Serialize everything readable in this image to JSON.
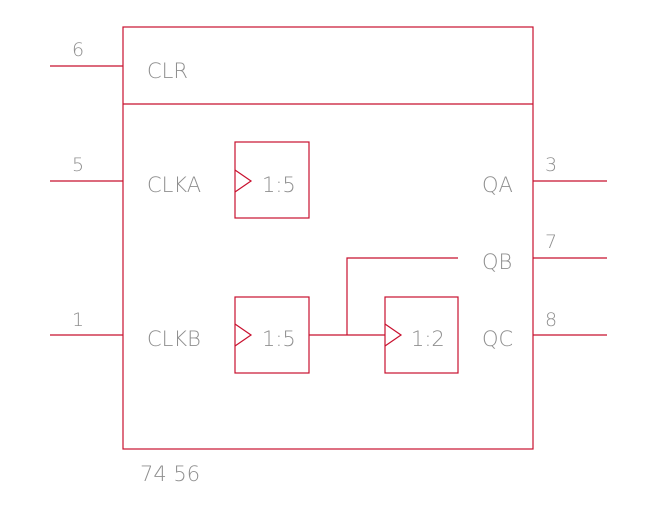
{
  "colors": {
    "line": "#c8102e",
    "text": "#8f8f8f",
    "background": "#ffffff"
  },
  "chip": {
    "part_label": "74 56"
  },
  "inputs": {
    "clr": {
      "label": "CLR",
      "pin": "6"
    },
    "clka": {
      "label": "CLKA",
      "pin": "5"
    },
    "clkb": {
      "label": "CLKB",
      "pin": "1"
    }
  },
  "outputs": {
    "qa": {
      "label": "QA",
      "pin": "3"
    },
    "qb": {
      "label": "QB",
      "pin": "7"
    },
    "qc": {
      "label": "QC",
      "pin": "8"
    }
  },
  "dividers": {
    "divider_a": {
      "ratio": "1:5"
    },
    "divider_b": {
      "ratio": "1:5"
    },
    "divider_c": {
      "ratio": "1:2"
    }
  }
}
